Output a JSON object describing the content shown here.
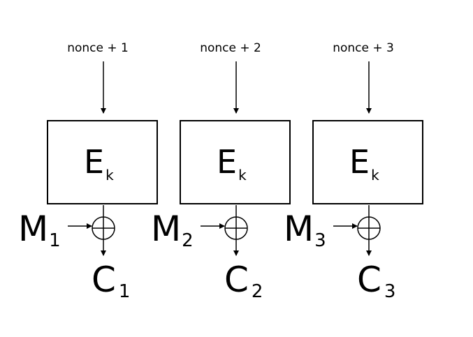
{
  "diagram": {
    "title": "CTR mode encryption",
    "blocks": [
      {
        "nonce_label": "nonce + 1",
        "cipher_main": "E",
        "cipher_sub": "k",
        "message_main": "M",
        "message_sub": "1",
        "output_main": "C",
        "output_sub": "1"
      },
      {
        "nonce_label": "nonce + 2",
        "cipher_main": "E",
        "cipher_sub": "k",
        "message_main": "M",
        "message_sub": "2",
        "output_main": "C",
        "output_sub": "2"
      },
      {
        "nonce_label": "nonce + 3",
        "cipher_main": "E",
        "cipher_sub": "k",
        "message_main": "M",
        "message_sub": "3",
        "output_main": "C",
        "output_sub": "3"
      }
    ],
    "colors": {
      "stroke": "#000000",
      "background": "#ffffff"
    }
  }
}
